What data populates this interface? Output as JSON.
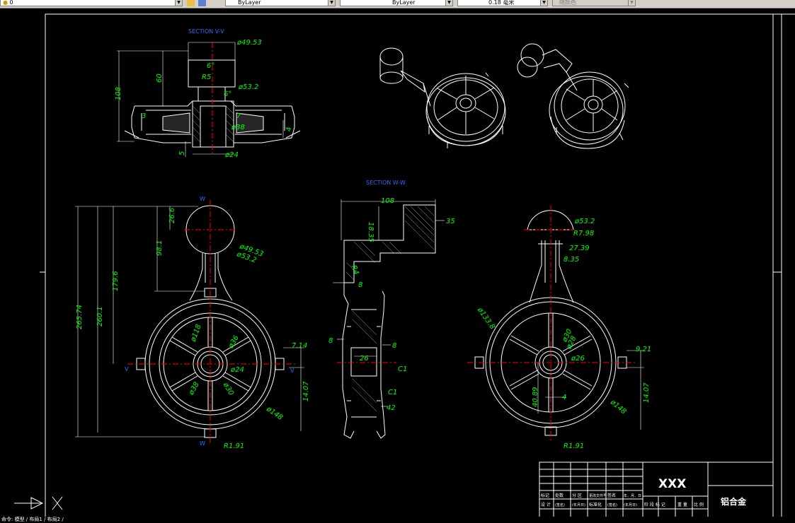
{
  "toolbar": {
    "layer_value": "0",
    "color_value": "ByLayer",
    "linetype_value": "ByLayer",
    "lineweight_value": "0.18 毫米",
    "plotstyle_value": "随颜色"
  },
  "views": {
    "section_v_label": "SECTION V-V",
    "section_w_label": "SECTION W-W",
    "marker_w": "W",
    "marker_v": "V"
  },
  "dims": {
    "top_d4953": "ø49.53",
    "top_6a": "6°",
    "top_60": "60",
    "top_r5": "R5",
    "top_d532": "ø53.2",
    "top_6b": "6°",
    "top_108": "108",
    "top_3": "3",
    "top_7": "7",
    "top_d38": "ø38",
    "top_4": "4",
    "top_5": "5",
    "top_d24": "ø24",
    "f_266": "26.6",
    "f_981": "98.1",
    "f_1796": "179.6",
    "f_2601": "260.1",
    "f_26574": "265.74",
    "f_d4953": "ø49.53",
    "f_d532": "ø53.2",
    "f_d118": "ø118",
    "f_d36": "ø36",
    "f_d24": "ø24",
    "f_d38": "ø38",
    "f_d30": "ø30",
    "f_714": "7.14",
    "f_1407": "14.07",
    "f_d148": "ø148",
    "f_r191": "R1.91",
    "s_108": "108",
    "s_1835": "18.35",
    "s_35": "35",
    "s_r4": "R4",
    "s_8a": "8",
    "s_8b": "8",
    "s_8c": "8",
    "s_26": "26",
    "s_c1a": "C1",
    "s_c1b": "C1",
    "s_42": "42",
    "r_d532": "ø53.2",
    "r_r798": "R7.98",
    "r_2739": "27.39",
    "r_835": "8.35",
    "r_d1338": "ø133.8",
    "r_d30": "ø30",
    "r_d28": "ø28",
    "r_d26": "ø26",
    "r_921": "9.21",
    "r_1407": "14.07",
    "r_d148": "ø148",
    "r_4089": "40.89",
    "r_4": "4",
    "r_r191": "R1.91"
  },
  "title_block": {
    "drawing_name": "XXX",
    "material": "铝合金",
    "row1": [
      "标记",
      "处数",
      "分 区",
      "更改文件号",
      "签名",
      "年、月、日"
    ],
    "row2": [
      "设 计",
      "(签名)",
      "(年月日)",
      "标准化",
      "(签名)",
      "(年月日)"
    ],
    "row3": [
      "阶 段 标 记",
      "重 量",
      "比 例"
    ]
  },
  "commandline": {
    "text": "命令: 模型 / 布局1 / 布局2 /"
  },
  "colors": {
    "background": "#000000",
    "lines": "#ffffff",
    "dimensions": "#00ff00",
    "centerlines": "#ff0000",
    "labels": "#2f6bff"
  }
}
